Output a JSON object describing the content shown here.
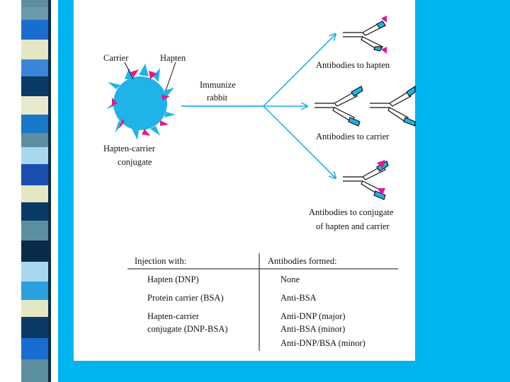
{
  "diagram": {
    "carrier_label": "Carrier",
    "hapten_label": "Hapten",
    "conjugate_label_line1": "Hapten-carrier",
    "conjugate_label_line2": "conjugate",
    "immunize_line1": "Immunize",
    "immunize_line2": "rabbit",
    "antibodies_hapten": "Antibodies to hapten",
    "antibodies_carrier": "Antibodies to carrier",
    "antibodies_conjugate_line1": "Antibodies to conjugate",
    "antibodies_conjugate_line2": "of hapten and carrier"
  },
  "table": {
    "col1_header": "Injection with:",
    "col2_header": "Antibodies formed:",
    "rows": [
      {
        "injection": [
          "Hapten (DNP)"
        ],
        "antibodies": [
          "None"
        ]
      },
      {
        "injection": [
          "Protein carrier (BSA)"
        ],
        "antibodies": [
          "Anti-BSA"
        ]
      },
      {
        "injection": [
          "Hapten-carrier",
          "conjugate (DNP-BSA)"
        ],
        "antibodies": [
          "Anti-DNP (major)",
          "Anti-BSA (minor)",
          "Anti-DNP/BSA (minor)"
        ]
      }
    ]
  },
  "colors": {
    "carrier": "#1fb3ea",
    "hapten": "#e01a8c",
    "arrow": "#1fb3ea",
    "band": "#00b4f0"
  }
}
